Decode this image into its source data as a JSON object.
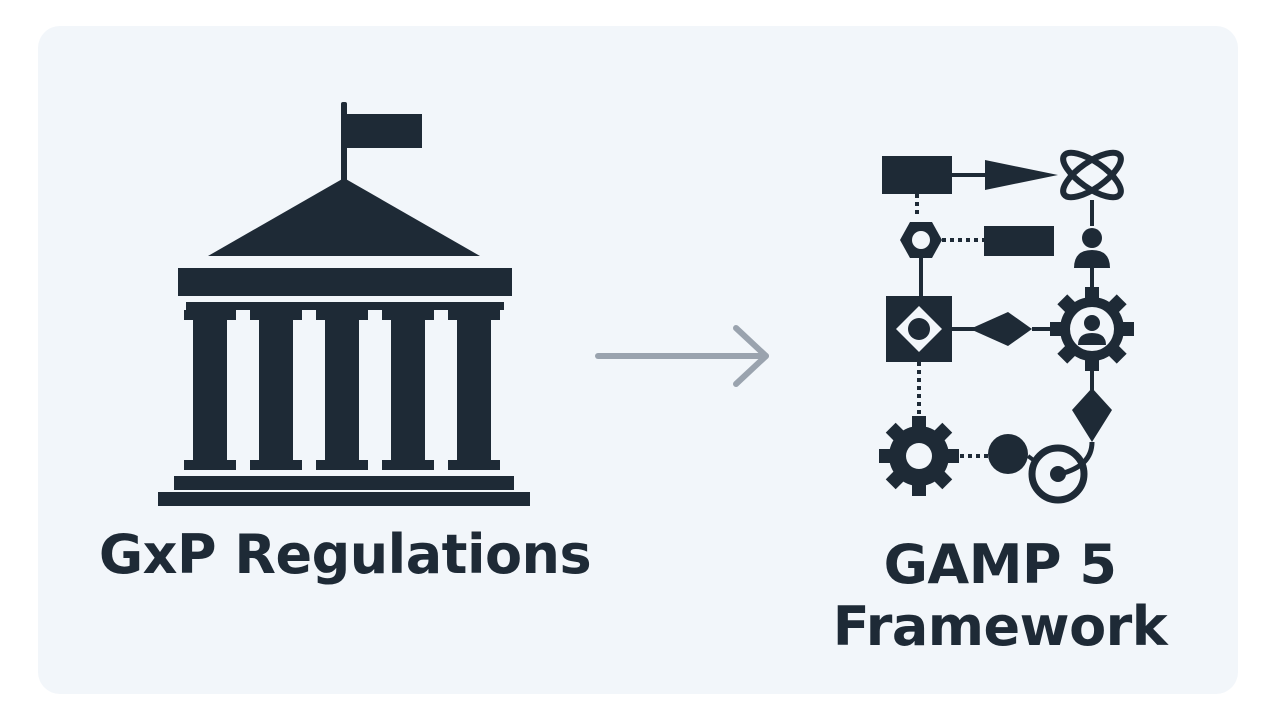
{
  "left": {
    "icon": "government-building-icon",
    "label": "GxP Regulations"
  },
  "connector": {
    "icon": "arrow-right-icon",
    "color": "#9aa3ae"
  },
  "right": {
    "icon": "process-flow-icon",
    "label_line1": "GAMP 5",
    "label_line2": "Framework"
  },
  "colors": {
    "ink": "#1e2a36",
    "background": "#f2f6fa"
  }
}
